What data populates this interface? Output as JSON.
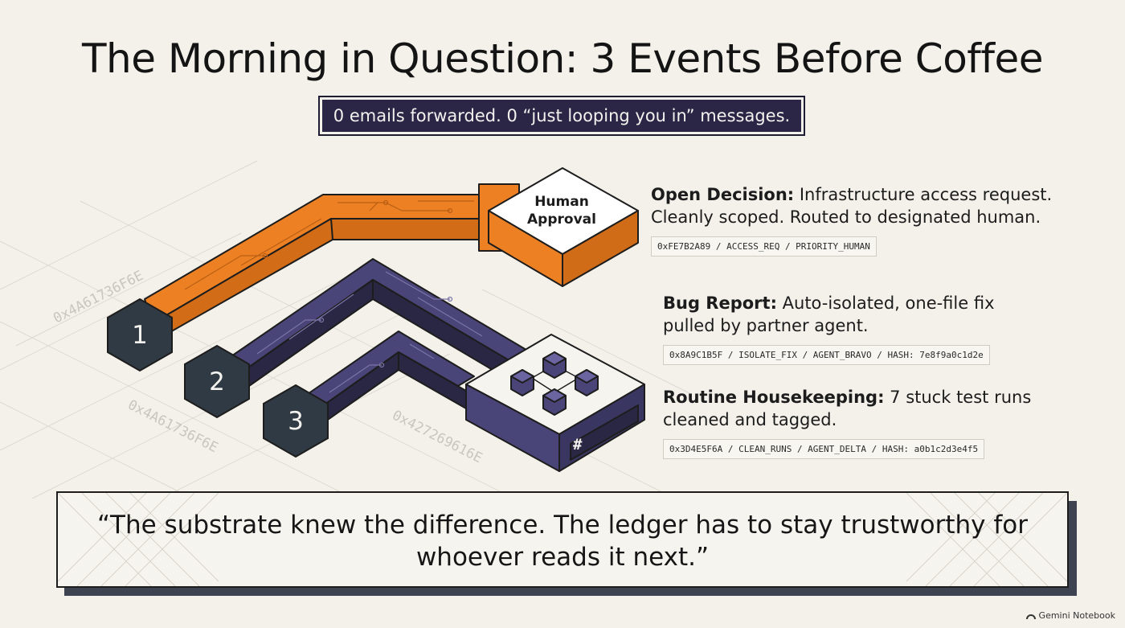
{
  "header": {
    "title": "The Morning in Question: 3 Events Before Coffee",
    "subtitle": "0 emails forwarded. 0 “just looping you in” messages."
  },
  "diagram": {
    "human_box_line1": "Human",
    "human_box_line2": "Approval",
    "hub_symbol": "#",
    "nodes": [
      "1",
      "2",
      "3"
    ],
    "watermarks": [
      "0x4A61736F6E",
      "0x4A61736F6E",
      "0x427269616E"
    ]
  },
  "events": [
    {
      "title": "Open Decision:",
      "text": " Infrastructure access request. Cleanly scoped. Routed to designated human.",
      "hash": "0xFE7B2A89 / ACCESS_REQ / PRIORITY_HUMAN"
    },
    {
      "title": "Bug Report:",
      "text": " Auto-isolated, one-file fix pulled by partner agent.",
      "hash": "0x8A9C1B5F / ISOLATE_FIX / AGENT_BRAVO / HASH: 7e8f9a0c1d2e"
    },
    {
      "title": "Routine Housekeeping:",
      "text": " 7 stuck test runs cleaned and tagged.",
      "hash": "0x3D4E5F6A / CLEAN_RUNS / AGENT_DELTA / HASH: a0b1c2d3e4f5"
    }
  ],
  "quote": "“The substrate knew the difference. The ledger has to stay trustworthy for whoever reads it next.”",
  "footer": "Gemini Notebook",
  "colors": {
    "orange": "#ee8024",
    "purple": "#4a4578",
    "dark_purple": "#2b2546",
    "hex_node": "#303a44",
    "background": "#f3f1ea"
  }
}
